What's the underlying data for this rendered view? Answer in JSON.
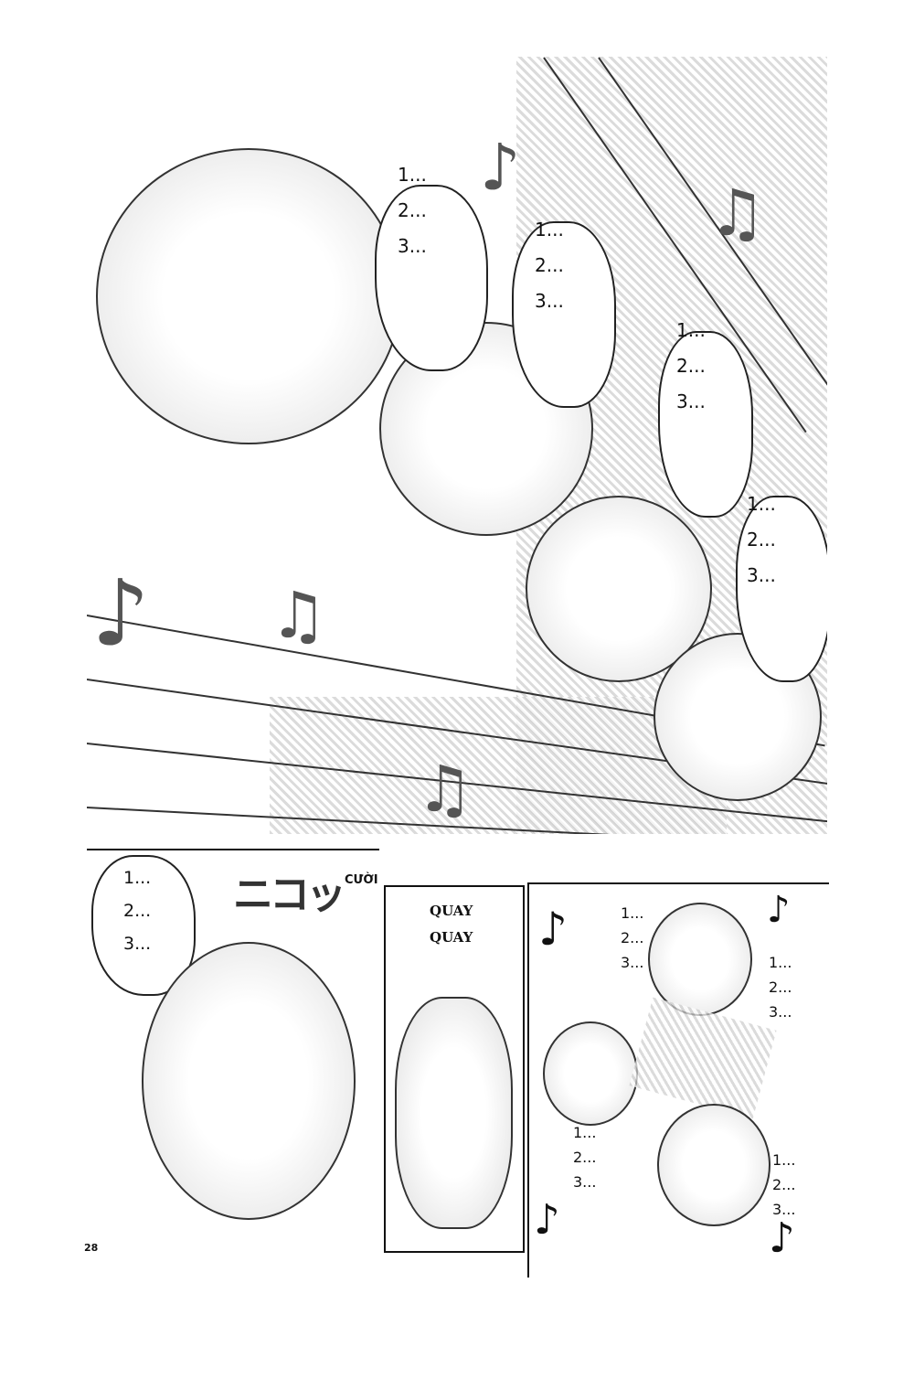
{
  "page_number": "28",
  "top_panel": {
    "counts": [
      [
        "1...",
        "2...",
        "3..."
      ],
      [
        "1...",
        "2...",
        "3..."
      ],
      [
        "1...",
        "2...",
        "3..."
      ],
      [
        "1...",
        "2...",
        "3..."
      ]
    ],
    "notes": [
      "♪",
      "♫",
      "♪",
      "♫",
      "♫"
    ]
  },
  "bottom_left_panel": {
    "count": [
      "1...",
      "2...",
      "3..."
    ],
    "sfx_japanese": "ニコッ",
    "sfx_translation": "CƯỜI"
  },
  "middle_panel": {
    "sfx": [
      "QUAY",
      "QUAY"
    ]
  },
  "right_panel": {
    "counts": [
      [
        "1...",
        "2...",
        "3..."
      ],
      [
        "1...",
        "2...",
        "3..."
      ],
      [
        "1...",
        "2...",
        "3..."
      ],
      [
        "1...",
        "2...",
        "3..."
      ]
    ],
    "notes": [
      "♪",
      "♪",
      "♪",
      "♪"
    ]
  }
}
